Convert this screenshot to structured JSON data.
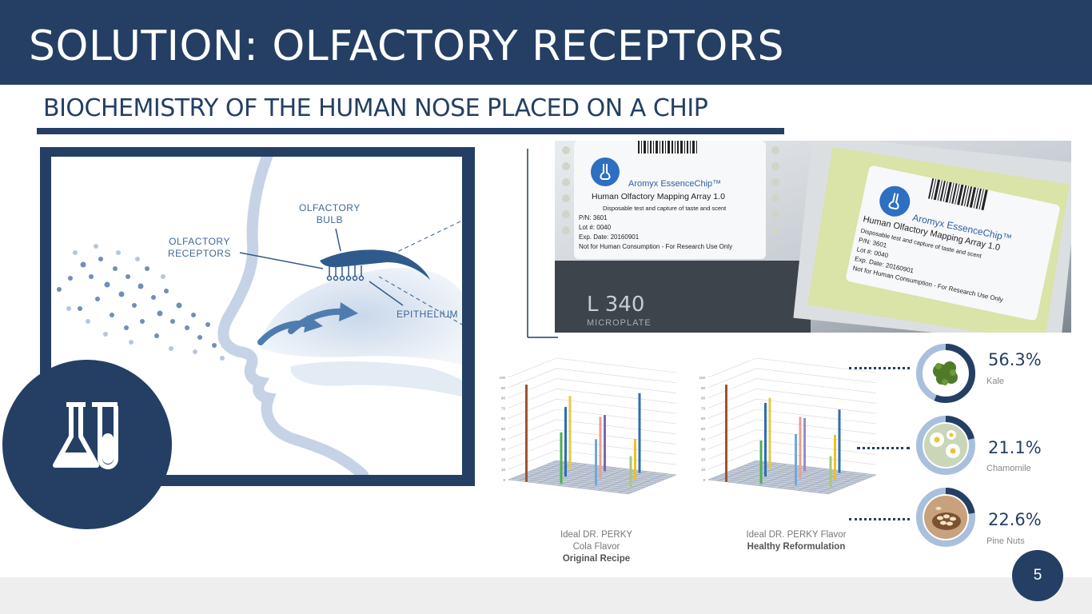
{
  "slide": {
    "title": "SOLUTION: OLFACTORY RECEPTORS",
    "subtitle": "BIOCHEMISTRY OF THE HUMAN NOSE PLACED ON A CHIP",
    "page_number": "5"
  },
  "diagram": {
    "labels": {
      "bulb_line1": "OLFACTORY",
      "bulb_line2": "BULB",
      "receptors_line1": "OLFACTORY",
      "receptors_line2": "RECEPTORS",
      "epithelium": "EPITHELIUM"
    },
    "badge_icon": "lab-flask-test-tube-icon"
  },
  "chip_photo": {
    "card1": {
      "brand": "Aromyx EssenceChip™",
      "product": "Human Olfactory Mapping Array 1.0",
      "desc": "Disposable test and capture of taste and scent",
      "pn": "P/N:  3601",
      "lot": "Lot #:  0040",
      "exp": "Exp. Date:  20160901",
      "note": "Not for Human Consumption - For Research Use Only"
    },
    "card2": {
      "brand": "Aromyx EssenceChip™",
      "product": "Human Olfactory Mapping Array 1.0",
      "desc": "Disposable test and capture of taste and scent",
      "pn": "P/N:  3601",
      "lot": "Lot #:  0040",
      "exp": "Exp. Date:  20160901",
      "note": "Not for Human Consumption - For Research Use Only"
    },
    "reader_text": "L 340",
    "reader_sub": "MICROPLATE"
  },
  "charts": {
    "left_caption": {
      "line1": "Ideal DR. PERKY",
      "line2": "Cola Flavor",
      "line3": "Original Recipe"
    },
    "right_caption": {
      "line1": "Ideal DR. PERKY Flavor",
      "line2": "Healthy Reformulation"
    }
  },
  "chart_data": [
    {
      "type": "bar",
      "ylim": [
        0,
        100
      ],
      "y_ticks": [
        "100",
        "90",
        "80",
        "70",
        "60",
        "50",
        "40",
        "30",
        "20",
        "10",
        "0"
      ],
      "bars": [
        {
          "color": "#a0522d",
          "value": 95
        },
        {
          "color": "#e6c84a",
          "value": 72
        },
        {
          "color": "#2e6db4",
          "value": 68
        },
        {
          "color": "#4caf50",
          "value": 50
        },
        {
          "color": "#7b68b0",
          "value": 55
        },
        {
          "color": "#e8a090",
          "value": 60
        },
        {
          "color": "#6fa8dc",
          "value": 45
        },
        {
          "color": "#2e6db4",
          "value": 78
        },
        {
          "color": "#f0c020",
          "value": 40
        },
        {
          "color": "#a8c878",
          "value": 30
        }
      ]
    },
    {
      "type": "bar",
      "ylim": [
        0,
        100
      ],
      "y_ticks": [
        "100",
        "90",
        "80",
        "70",
        "60",
        "50",
        "40",
        "30",
        "20",
        "10",
        "0"
      ],
      "bars": [
        {
          "color": "#a0522d",
          "value": 95
        },
        {
          "color": "#e6c84a",
          "value": 70
        },
        {
          "color": "#2e6db4",
          "value": 72
        },
        {
          "color": "#4caf50",
          "value": 42
        },
        {
          "color": "#9b8cc4",
          "value": 52
        },
        {
          "color": "#e8a090",
          "value": 60
        },
        {
          "color": "#6fa8dc",
          "value": 50
        },
        {
          "color": "#2e6db4",
          "value": 62
        },
        {
          "color": "#f0c020",
          "value": 44
        },
        {
          "color": "#a8c878",
          "value": 30
        }
      ]
    }
  ],
  "ingredients": [
    {
      "pct": "56.3%",
      "name": "Kale",
      "fraction": 0.563,
      "icon": "kale-icon"
    },
    {
      "pct": "21.1%",
      "name": "Chamomile",
      "fraction": 0.211,
      "icon": "chamomile-flower-icon"
    },
    {
      "pct": "22.6%",
      "name": "Pine Nuts",
      "fraction": 0.226,
      "icon": "pine-nuts-icon"
    }
  ],
  "colors": {
    "brand": "#243f63",
    "ring_track": "#a9c0dd",
    "footer": "#eeeeee"
  }
}
